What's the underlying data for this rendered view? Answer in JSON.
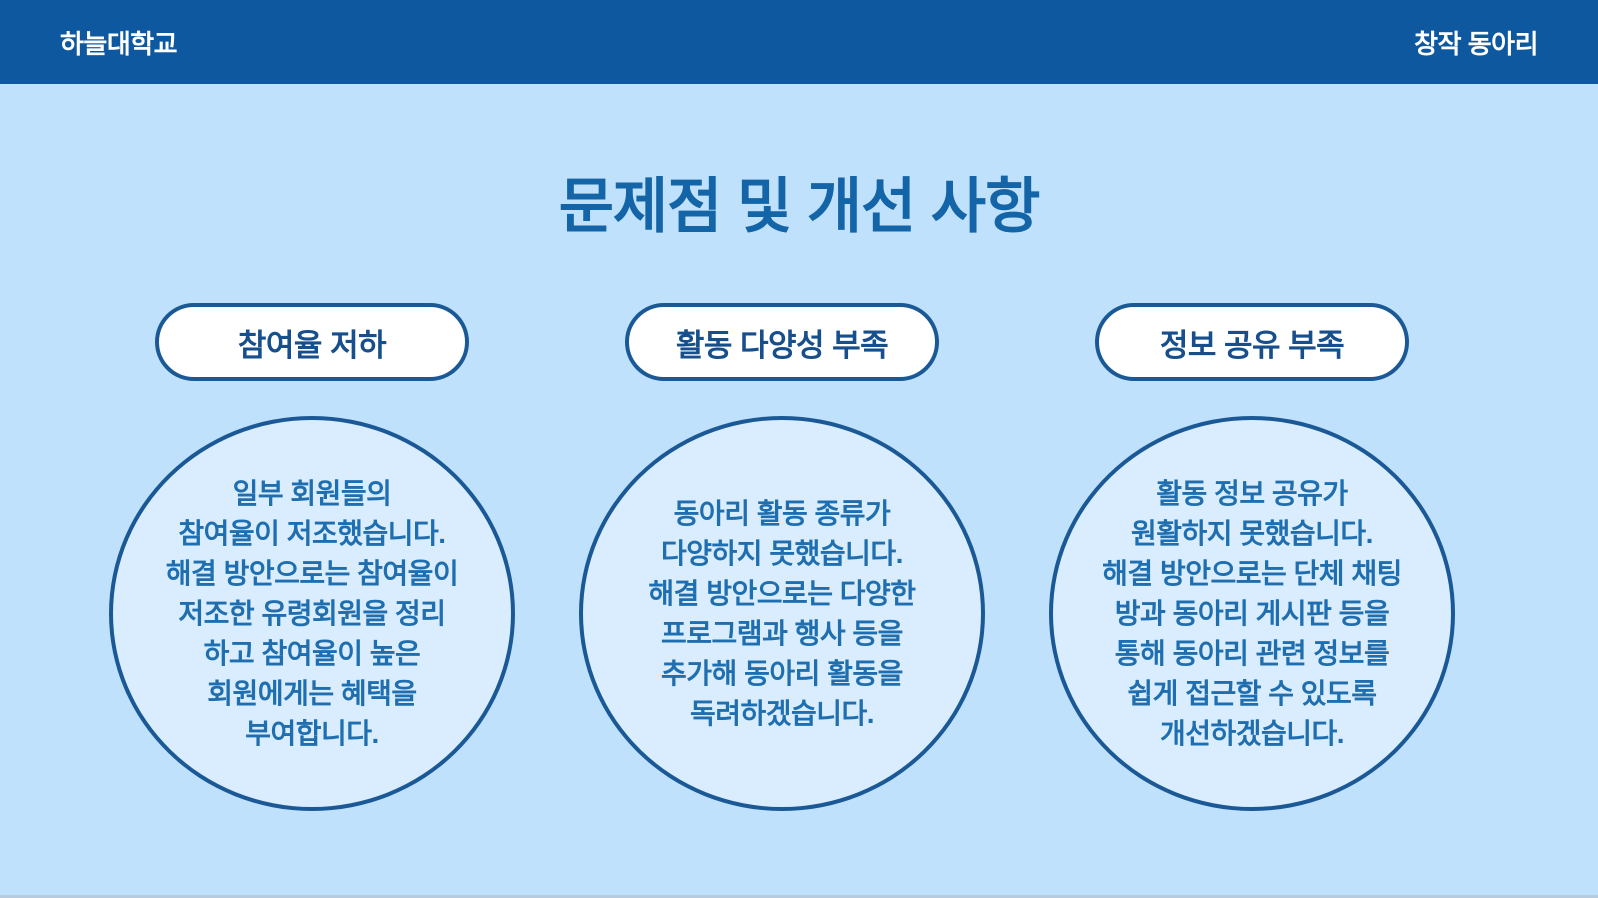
{
  "header": {
    "left": "하늘대학교",
    "right": "창작 동아리"
  },
  "title": "문제점 및 개선 사항",
  "columns": [
    {
      "pill": "참여율 저하",
      "body": "일부 회원들의\n참여율이 저조했습니다.\n해결 방안으로는 참여율이\n저조한 유령회원을 정리\n하고 참여율이 높은\n회원에게는 혜택을\n부여합니다."
    },
    {
      "pill": "활동 다양성 부족",
      "body": "동아리 활동 종류가\n다양하지 못했습니다.\n해결 방안으로는 다양한\n프로그램과 행사 등을\n추가해 동아리 활동을\n독려하겠습니다."
    },
    {
      "pill": "정보 공유 부족",
      "body": "활동 정보 공유가\n원활하지 못했습니다.\n해결 방안으로는 단체 채팅\n방과 동아리 게시판 등을\n통해 동아리 관련 정보를\n쉽게 접근할 수 있도록\n개선하겠습니다."
    }
  ],
  "colors": {
    "header_bg": "#0e589f",
    "page_bg": "#c0e1fb",
    "title_text": "#1464a8",
    "pill_bg": "#ffffff",
    "shape_border": "#1a5896",
    "pill_text": "#174e8c",
    "circle_bg": "#d9edfe",
    "circle_text": "#1f6fb0",
    "bottom_edge": "#b6ccde"
  }
}
